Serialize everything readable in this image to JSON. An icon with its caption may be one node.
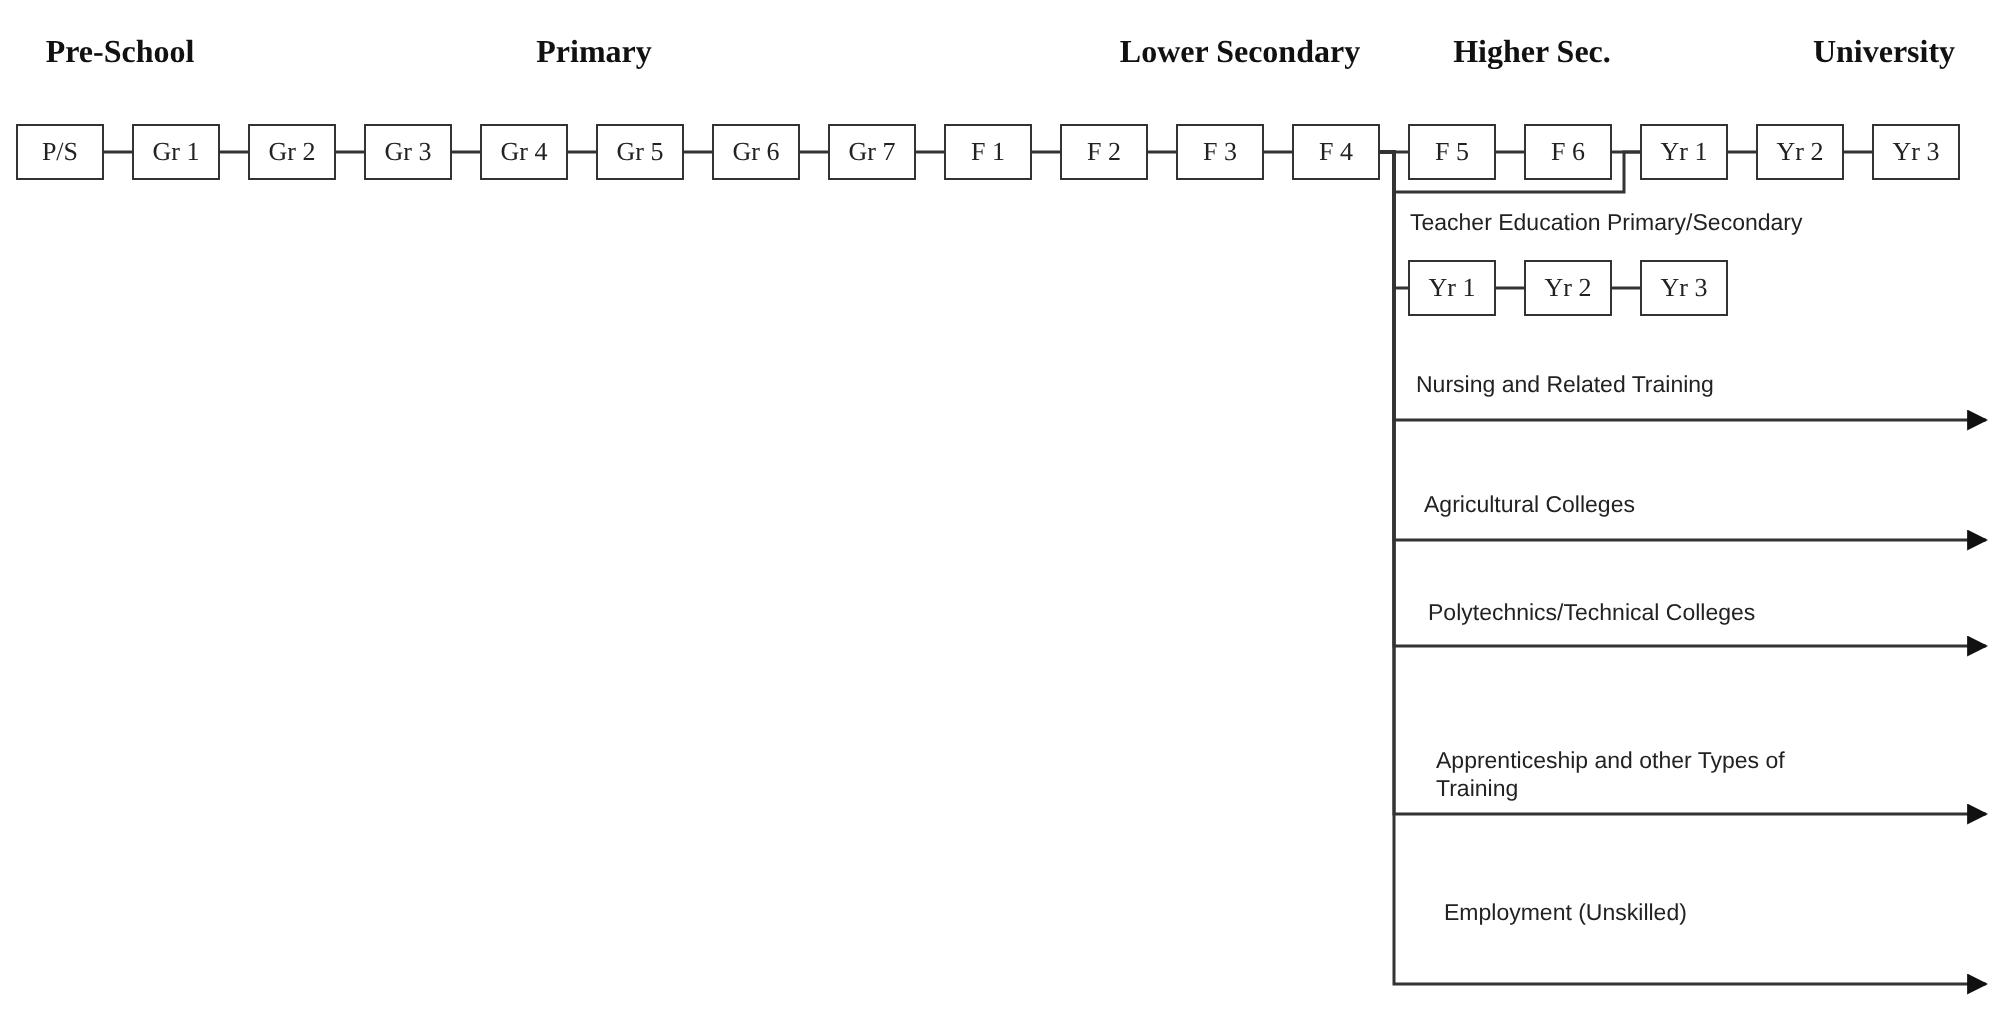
{
  "diagram": {
    "nodes": [
      {
        "text": [
          "P/S"
        ]
      },
      {
        "text": [
          "Gr 1"
        ]
      },
      {
        "text": [
          "Gr 2"
        ]
      },
      {
        "text": [
          "Gr 3"
        ]
      },
      {
        "text": [
          "Gr 4"
        ]
      },
      {
        "text": [
          "Gr 5"
        ]
      },
      {
        "text": [
          "Gr 6"
        ]
      },
      {
        "text": [
          "Gr 7"
        ]
      },
      {
        "text": [
          "F 1"
        ]
      },
      {
        "text": [
          "F 2"
        ]
      },
      {
        "text": [
          "F 3"
        ]
      },
      {
        "text": [
          "F 4"
        ]
      },
      {
        "text": [
          "F 5"
        ]
      },
      {
        "text": [
          "F 6"
        ]
      },
      {
        "text": [
          "Yr 1"
        ]
      },
      {
        "text": [
          "Yr 2"
        ]
      },
      {
        "text": [
          "Yr 3"
        ]
      },
      {
        "text": [
          "Yr 1"
        ]
      },
      {
        "text": [
          "Yr 2"
        ]
      },
      {
        "text": [
          "Yr 3"
        ]
      }
    ],
    "edges": [
      {
        "from": 0,
        "to": 1,
        "arrow": "none"
      },
      {
        "from": 1,
        "to": 2,
        "arrow": "none"
      },
      {
        "from": 2,
        "to": 3,
        "arrow": "none"
      },
      {
        "from": 3,
        "to": 4,
        "arrow": "none"
      },
      {
        "from": 4,
        "to": 5,
        "arrow": "none"
      },
      {
        "from": 5,
        "to": 6,
        "arrow": "none"
      },
      {
        "from": 6,
        "to": 7,
        "arrow": "none"
      },
      {
        "from": 7,
        "to": 8,
        "arrow": "none"
      },
      {
        "from": 8,
        "to": 9,
        "arrow": "none"
      },
      {
        "from": 9,
        "to": 10,
        "arrow": "none"
      },
      {
        "from": 10,
        "to": 11,
        "arrow": "none"
      },
      {
        "from": 11,
        "to": 12,
        "arrow": "none"
      },
      {
        "from": 12,
        "to": 13,
        "arrow": "none"
      },
      {
        "from": 13,
        "to": 14,
        "arrow": "none"
      },
      {
        "from": 14,
        "to": 15,
        "arrow": "none"
      },
      {
        "from": 15,
        "to": 16,
        "arrow": "none"
      },
      {
        "from": 11,
        "to": 14,
        "arrow": "none"
      },
      {
        "from": 11,
        "to": 17,
        "label": "Teacher Education Primary/Secondary",
        "arrow": "none"
      },
      {
        "from": 17,
        "to": 18,
        "arrow": "none"
      },
      {
        "from": 18,
        "to": 19,
        "arrow": "none"
      },
      {
        "from": 11,
        "to": null,
        "label": "Nursing and Related Training",
        "arrow": "to"
      },
      {
        "from": 11,
        "to": null,
        "label": "Agricultural Colleges",
        "arrow": "to"
      },
      {
        "from": 11,
        "to": null,
        "label": "Polytechnics/Technical Colleges",
        "arrow": "to"
      },
      {
        "from": 11,
        "to": null,
        "label": "Apprenticeship and other Types of Training",
        "arrow": "to"
      },
      {
        "from": 11,
        "to": null,
        "label": "Employment (Unskilled)",
        "arrow": "to"
      }
    ],
    "labels": [
      "Pre-School",
      "Primary",
      "Lower Secondary",
      "Higher Sec.",
      "University"
    ]
  }
}
